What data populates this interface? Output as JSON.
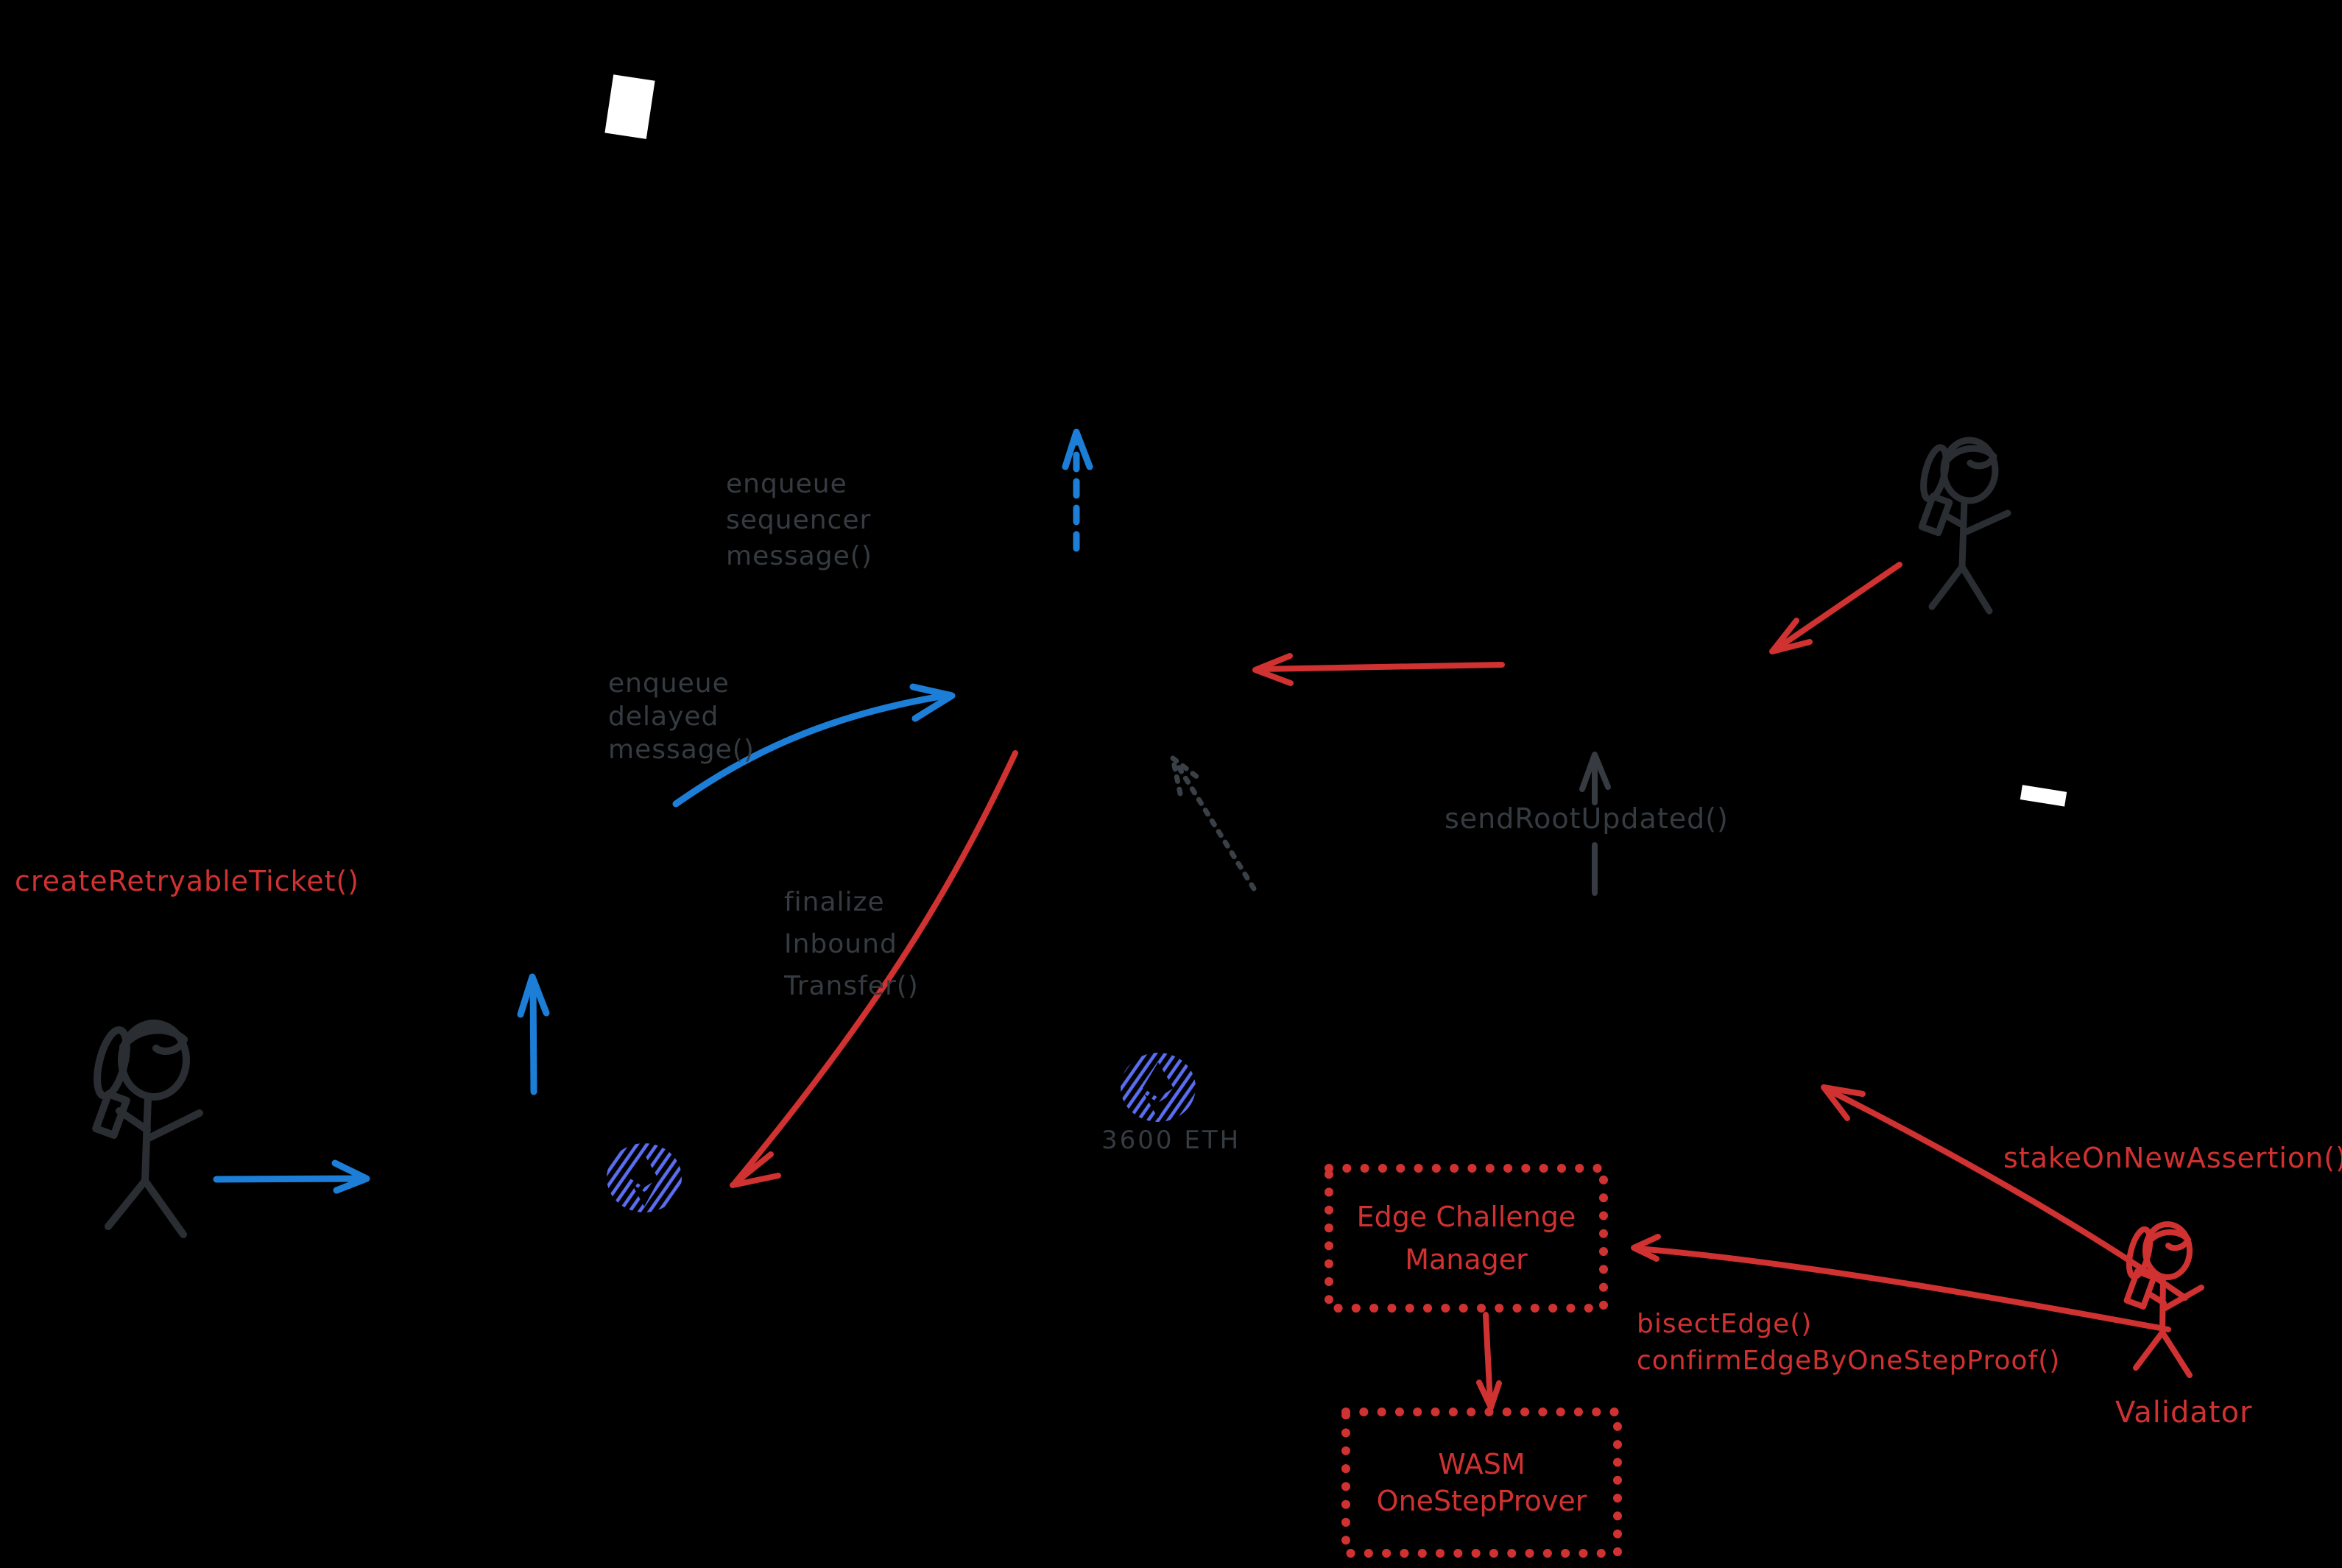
{
  "diagram": {
    "labels": {
      "enqueue_sequencer": {
        "line1": "enqueue",
        "line2": "sequencer",
        "line3": "message()"
      },
      "enqueue_delayed": {
        "line1": "enqueue",
        "line2": "delayed",
        "line3": "message()"
      },
      "finalize_inbound": {
        "line1": "finalize",
        "line2": "Inbound",
        "line3": "Transfer()"
      },
      "send_root_updated": "sendRootUpdated()",
      "create_retryable_ticket": "createRetryableTicket()",
      "stake_on_new_assertion": "stakeOnNewAssertion()",
      "bisect_edge": "bisectEdge()",
      "confirm_edge": "confirmEdgeByOneStepProof()",
      "validator": "Validator",
      "eth_amount": "3600 ETH"
    },
    "boxes": {
      "edge_challenge_manager": {
        "line1": "Edge Challenge",
        "line2": "Manager"
      },
      "wasm_one_step_prover": {
        "line1": "WASM",
        "line2": "OneStepProver"
      }
    },
    "colors": {
      "background": "#000000",
      "blue": "#1c7ed6",
      "red": "#d03131",
      "gray_text": "#353b41",
      "figure_gray": "#2a2e33",
      "eth_indigo": "#5b6df2",
      "white": "#ffffff"
    }
  }
}
